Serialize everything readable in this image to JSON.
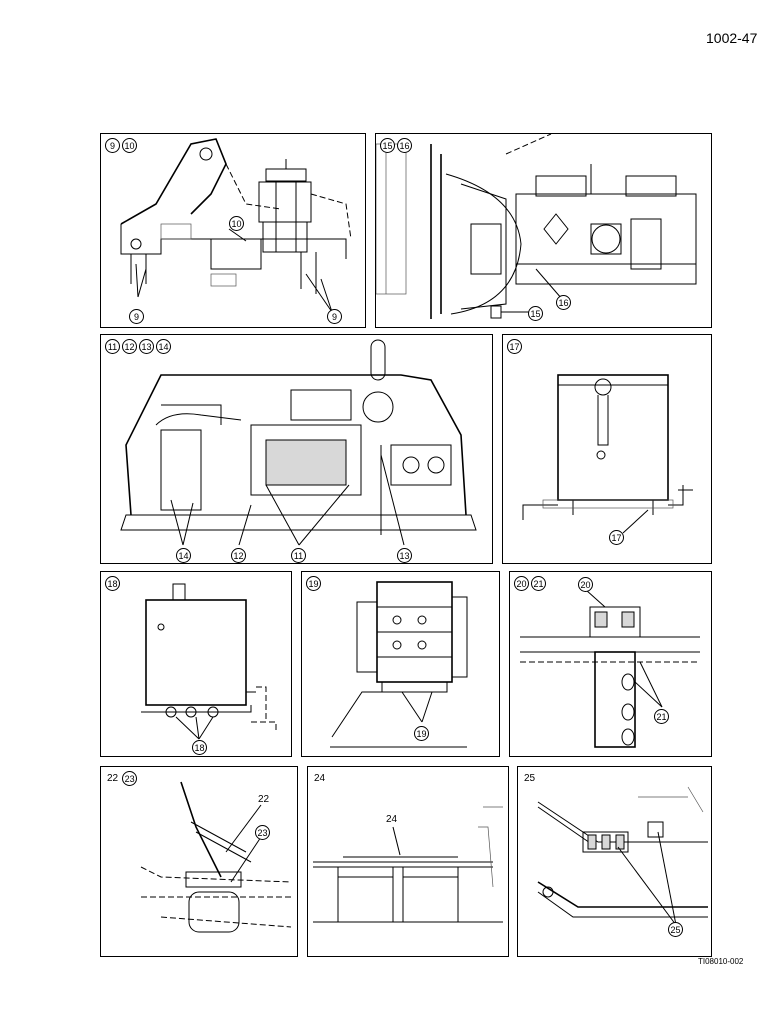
{
  "page": {
    "number": "1002-47",
    "figure_code": "TI08010-002"
  },
  "panels": [
    {
      "tags": [
        "9",
        "10"
      ],
      "callouts": [
        "10",
        "9",
        "9"
      ]
    },
    {
      "tags": [
        "15",
        "16"
      ],
      "callouts": [
        "16",
        "15"
      ]
    },
    {
      "tags": [
        "11",
        "12",
        "13",
        "14"
      ],
      "callouts": [
        "14",
        "12",
        "11",
        "13"
      ]
    },
    {
      "tags": [
        "17"
      ],
      "callouts": [
        "17"
      ]
    },
    {
      "tags": [
        "18"
      ],
      "callouts": [
        "18"
      ]
    },
    {
      "tags": [
        "19"
      ],
      "callouts": [
        "19"
      ]
    },
    {
      "tags": [
        "20",
        "21"
      ],
      "callouts": [
        "20",
        "21"
      ]
    },
    {
      "tags": [
        "22",
        "23"
      ],
      "callouts": [
        "22",
        "23"
      ]
    },
    {
      "tags": [
        "24"
      ],
      "callouts": [
        "24"
      ]
    },
    {
      "tags": [
        "25"
      ],
      "callouts": [
        "25"
      ]
    }
  ]
}
